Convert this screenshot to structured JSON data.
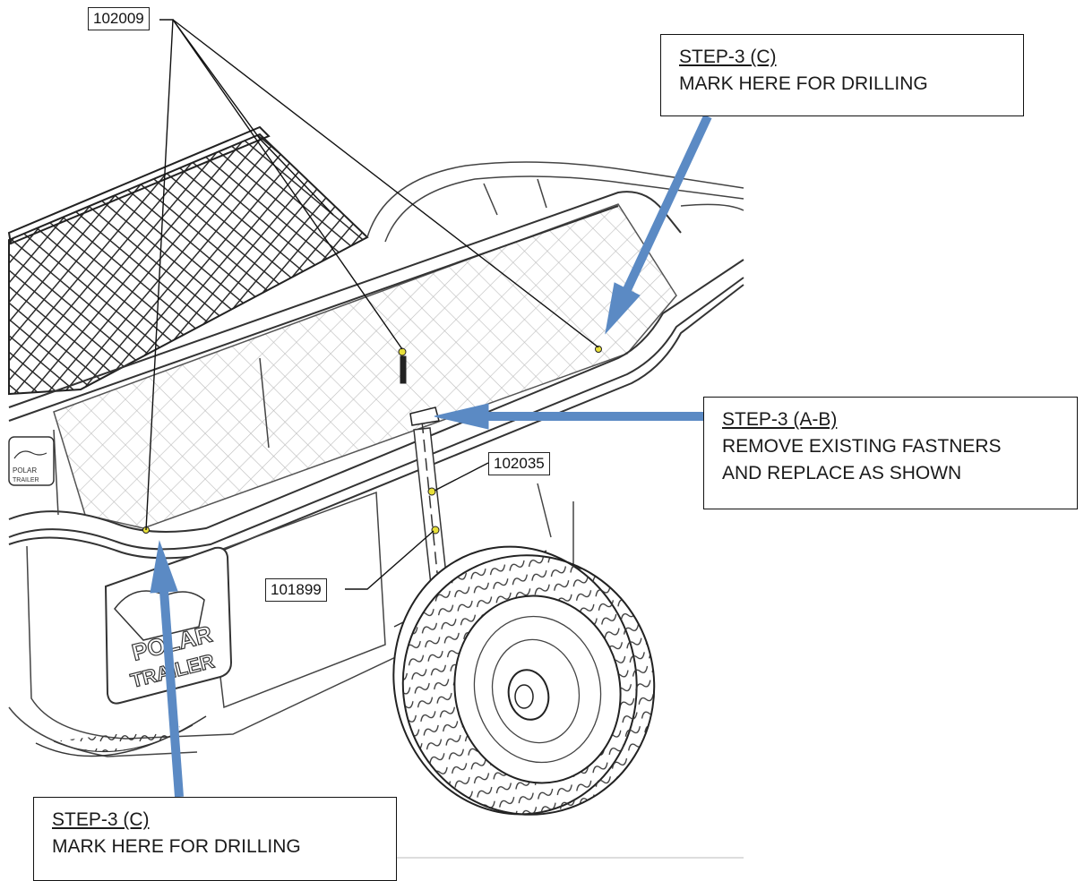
{
  "part_labels": {
    "p102009": "102009",
    "p102035": "102035",
    "p101899": "101899"
  },
  "callouts": {
    "top_right": {
      "title": "STEP-3 (C)",
      "lines": [
        "MARK HERE FOR DRILLING"
      ]
    },
    "middle_right": {
      "title": "STEP-3 (A-B) ",
      "lines": [
        "REMOVE EXISTING FASTNERS",
        "AND REPLACE AS SHOWN"
      ]
    },
    "bottom_left": {
      "title": "STEP-3 (C)",
      "lines": [
        "MARK HERE FOR DRILLING"
      ]
    }
  },
  "logos": {
    "side_panel": [
      "POLAR",
      "TRAILER"
    ],
    "front": [
      "POLAR",
      "TRAILER"
    ]
  },
  "colors": {
    "arrow": "#5b8ac4",
    "line_art": "#3a3a3a",
    "fastener": "#e8e03a"
  }
}
